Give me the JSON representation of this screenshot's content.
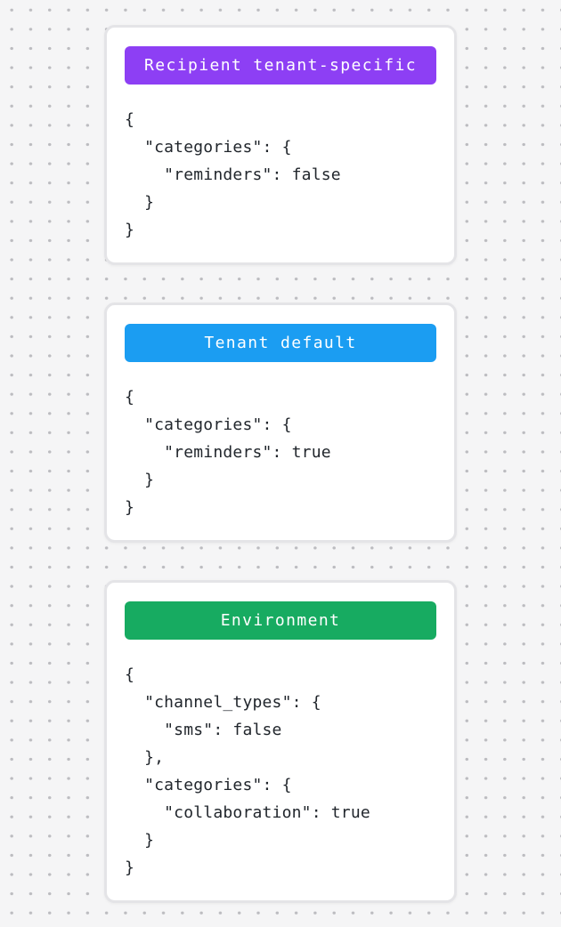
{
  "page": {
    "background_color": "#f5f5f6",
    "dot_color": "#bcbcc0",
    "card_background": "#ffffff",
    "card_border_color": "#e4e4e7",
    "code_text_color": "#21262c"
  },
  "cards": [
    {
      "name": "recipient-tenant-specific",
      "badge": {
        "label": "Recipient tenant-specific",
        "color": "#8d3ff4",
        "text_color": "#ffffff"
      },
      "code": [
        "{",
        "  \"categories\": {",
        "    \"reminders\": false",
        "  }",
        "}"
      ]
    },
    {
      "name": "tenant-default",
      "badge": {
        "label": "Tenant default",
        "color": "#1b9df2",
        "text_color": "#ffffff"
      },
      "code": [
        "{",
        "  \"categories\": {",
        "    \"reminders\": true",
        "  }",
        "}"
      ]
    },
    {
      "name": "environment",
      "badge": {
        "label": "Environment",
        "color": "#17ab61",
        "text_color": "#ffffff"
      },
      "code": [
        "{",
        "  \"channel_types\": {",
        "    \"sms\": false",
        "  },",
        "  \"categories\": {",
        "    \"collaboration\": true",
        "  }",
        "}"
      ]
    }
  ]
}
